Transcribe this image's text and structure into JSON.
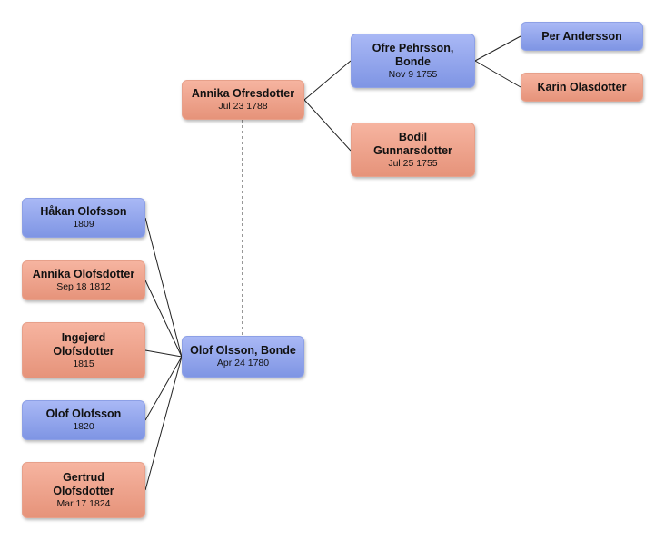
{
  "people": {
    "annika_ofresdotter": {
      "name": "Annika Ofresdotter",
      "date": "Jul 23 1788",
      "gender": "female"
    },
    "ofre_pehrsson": {
      "name": "Ofre Pehrsson, Bonde",
      "date": "Nov 9 1755",
      "gender": "male"
    },
    "bodil": {
      "name": "Bodil Gunnarsdotter",
      "date": "Jul 25 1755",
      "gender": "female"
    },
    "per_andersson": {
      "name": "Per Andersson",
      "date": "",
      "gender": "male"
    },
    "karin_olasdotter": {
      "name": "Karin Olasdotter",
      "date": "",
      "gender": "female"
    },
    "olof_olsson": {
      "name": "Olof Olsson, Bonde",
      "date": "Apr 24 1780",
      "gender": "male"
    },
    "hakan": {
      "name": "Håkan Olofsson",
      "date": "1809",
      "gender": "male"
    },
    "annika_olofsdotter": {
      "name": "Annika Olofsdotter",
      "date": "Sep 18 1812",
      "gender": "female"
    },
    "ingejerd": {
      "name": "Ingejerd Olofsdotter",
      "date": "1815",
      "gender": "female"
    },
    "olof_olofsson": {
      "name": "Olof Olofsson",
      "date": "1820",
      "gender": "male"
    },
    "gertrud": {
      "name": "Gertrud Olofsdotter",
      "date": "Mar 17 1824",
      "gender": "female"
    }
  },
  "colors": {
    "male": "#8fa3ea",
    "female": "#eea38b",
    "line": "#222222",
    "spouse_line": "#777777"
  }
}
